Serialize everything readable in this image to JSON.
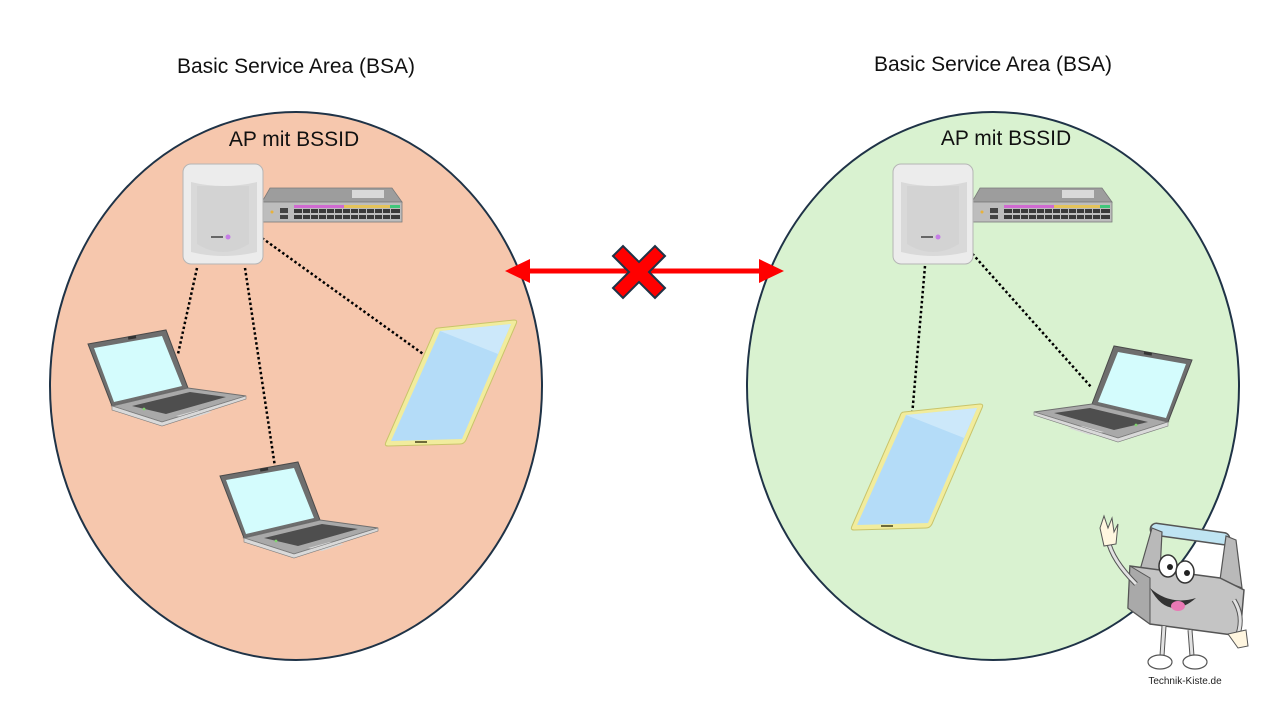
{
  "diagram": {
    "type": "network-diagram",
    "subject": "Two separate Basic Service Areas without connection"
  },
  "areas": [
    {
      "id": "left",
      "title": "Basic Service Area (BSA)",
      "ap_label": "AP mit BSSID",
      "fill_color": "#f6c7ad",
      "border_color": "#1f3347",
      "clients": [
        "laptop",
        "laptop",
        "smartphone"
      ]
    },
    {
      "id": "right",
      "title": "Basic Service Area (BSA)",
      "ap_label": "AP mit BSSID",
      "fill_color": "#d9f2d0",
      "border_color": "#1f3347",
      "clients": [
        "smartphone",
        "laptop"
      ]
    }
  ],
  "connector": {
    "type": "double-arrow",
    "color": "#ff0000",
    "blocked": true,
    "blocked_symbol": "red-x"
  },
  "watermark": {
    "text": "Technik-Kiste.de"
  },
  "colors": {
    "arrow": "#ff0000",
    "link_dots": "#000000",
    "laptop_screen": "#d4fcfd",
    "phone_screen": "#b4dcf8",
    "phone_frame": "#f1ec9d"
  }
}
